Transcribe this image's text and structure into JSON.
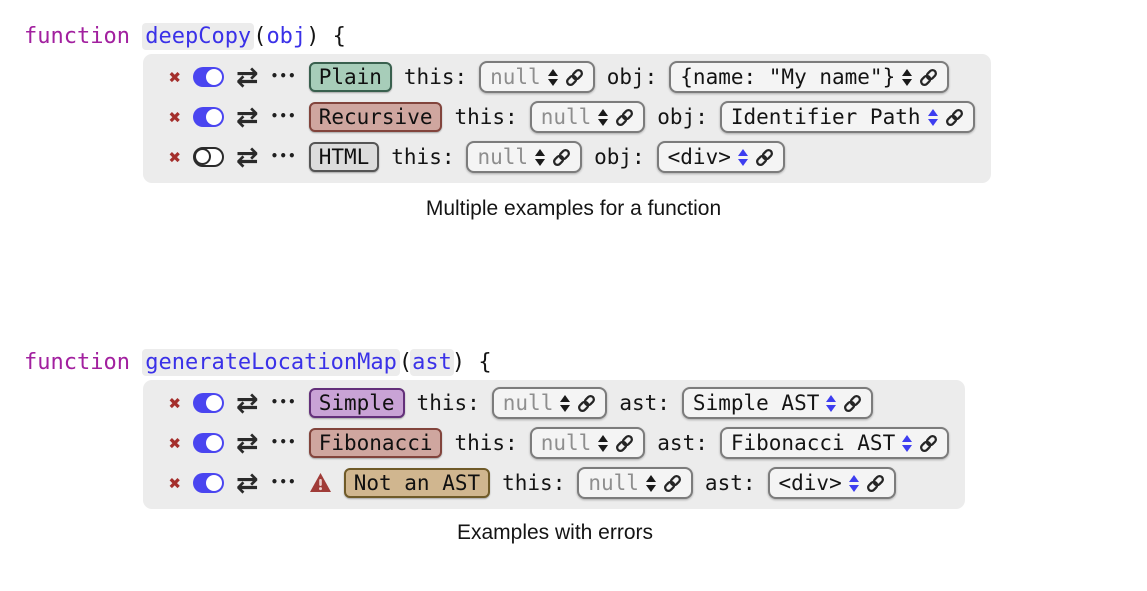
{
  "colors": {
    "page_bg": "#ffffff",
    "panel_bg": "#ececec",
    "keyword": "#a2209f",
    "identifier_blue": "#3a31e8",
    "delete_red": "#a42f2c",
    "toggle_on_blue": "#4a45f0",
    "warning_red": "#a03c38",
    "stepper_black": "#1a1a1a",
    "stepper_blue": "#3d3df0",
    "muted_value": "#8e8e8e",
    "value_black": "#141414"
  },
  "icons": {
    "delete": "✖",
    "swap": "⇄",
    "more": "•••",
    "warning_mark": "!"
  },
  "sections": [
    {
      "code": {
        "keyword": "function",
        "name": "deepCopy",
        "open": "(",
        "param": "obj",
        "close": ") {"
      },
      "caption": "Multiple examples for a function",
      "examples": [
        {
          "label": "Plain",
          "chip_bg": "#a7cdb9",
          "chip_border": "#39604e",
          "enabled": true,
          "error": false,
          "args": [
            {
              "name": "this:",
              "value": "null",
              "value_color": "#8e8e8e",
              "stepper_color": "#1a1a1a"
            },
            {
              "name": "obj:",
              "value": "{name: \"My name\"}",
              "value_color": "#141414",
              "stepper_color": "#1a1a1a"
            }
          ]
        },
        {
          "label": "Recursive",
          "chip_bg": "#cfa69f",
          "chip_border": "#82443c",
          "enabled": true,
          "error": false,
          "args": [
            {
              "name": "this:",
              "value": "null",
              "value_color": "#8e8e8e",
              "stepper_color": "#1a1a1a"
            },
            {
              "name": "obj:",
              "value": "Identifier Path",
              "value_color": "#141414",
              "stepper_color": "#3d3df0"
            }
          ]
        },
        {
          "label": "HTML",
          "chip_bg": "#dcdcdc",
          "chip_border": "#555555",
          "enabled": false,
          "error": false,
          "args": [
            {
              "name": "this:",
              "value": "null",
              "value_color": "#8e8e8e",
              "stepper_color": "#1a1a1a"
            },
            {
              "name": "obj:",
              "value": "<div>",
              "value_color": "#141414",
              "stepper_color": "#3d3df0"
            }
          ]
        }
      ]
    },
    {
      "code": {
        "keyword": "function",
        "name": "generateLocationMap",
        "open": "(",
        "param": "ast",
        "close": ") {"
      },
      "caption": "Examples with errors",
      "examples": [
        {
          "label": "Simple",
          "chip_bg": "#c9a3d6",
          "chip_border": "#63307a",
          "enabled": true,
          "error": false,
          "args": [
            {
              "name": "this:",
              "value": "null",
              "value_color": "#8e8e8e",
              "stepper_color": "#1a1a1a"
            },
            {
              "name": "ast:",
              "value": "Simple AST",
              "value_color": "#141414",
              "stepper_color": "#3d3df0"
            }
          ]
        },
        {
          "label": "Fibonacci",
          "chip_bg": "#cfa69f",
          "chip_border": "#82443c",
          "enabled": true,
          "error": false,
          "args": [
            {
              "name": "this:",
              "value": "null",
              "value_color": "#8e8e8e",
              "stepper_color": "#1a1a1a"
            },
            {
              "name": "ast:",
              "value": "Fibonacci AST",
              "value_color": "#141414",
              "stepper_color": "#3d3df0"
            }
          ]
        },
        {
          "label": "Not an AST",
          "chip_bg": "#d0b68f",
          "chip_border": "#6f5a28",
          "enabled": true,
          "error": true,
          "args": [
            {
              "name": "this:",
              "value": "null",
              "value_color": "#8e8e8e",
              "stepper_color": "#1a1a1a"
            },
            {
              "name": "ast:",
              "value": "<div>",
              "value_color": "#141414",
              "stepper_color": "#3d3df0"
            }
          ]
        }
      ]
    }
  ]
}
